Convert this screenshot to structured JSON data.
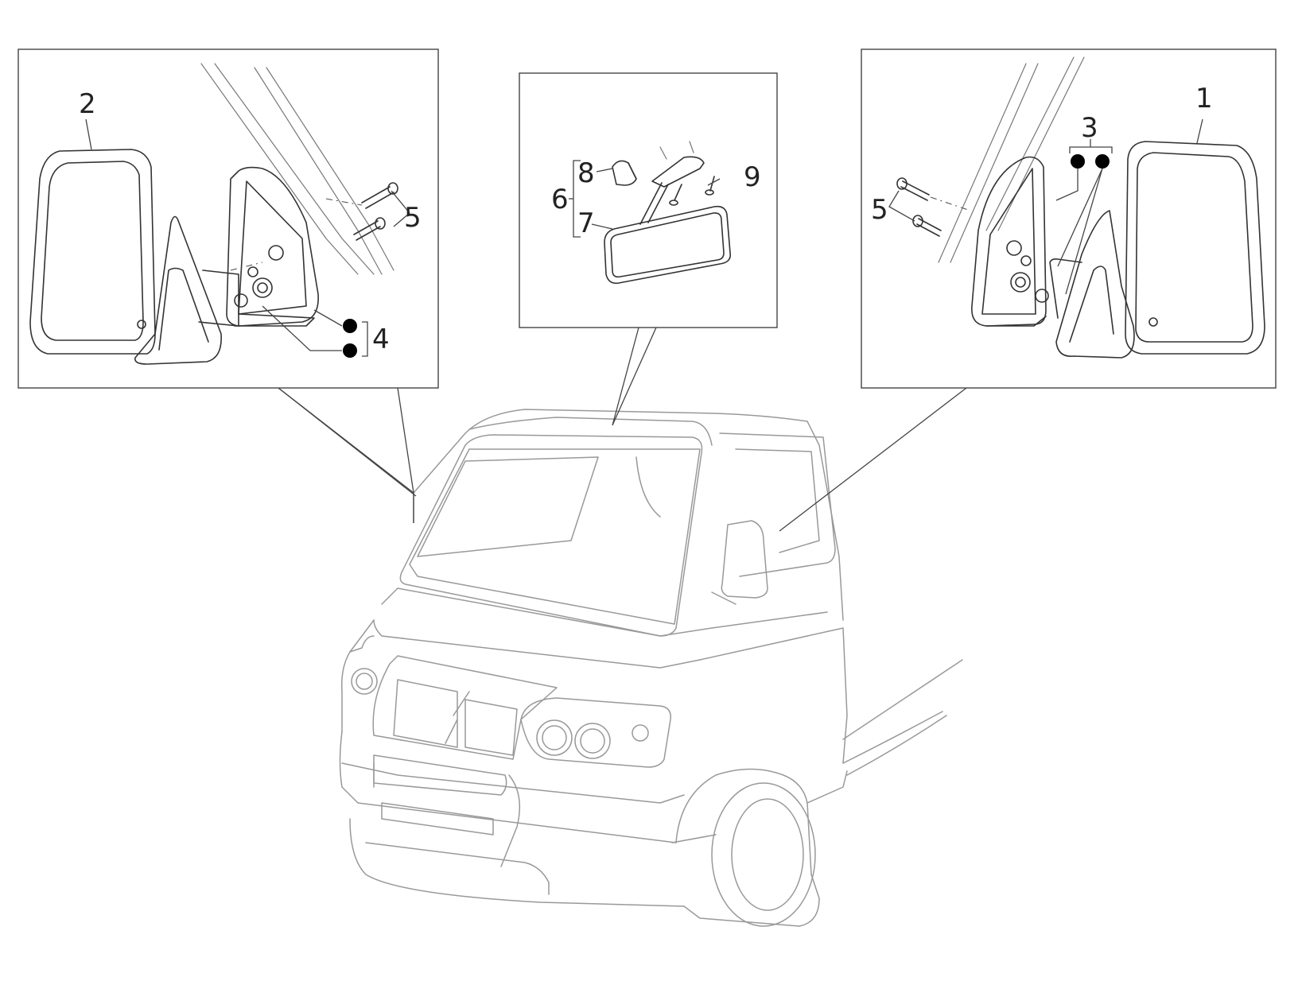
{
  "diagram": {
    "callouts": {
      "c1": "1",
      "c2": "2",
      "c3": "3",
      "c4": "4",
      "c5_left": "5",
      "c5_right": "5",
      "c6": "6",
      "c7": "7",
      "c8": "8",
      "c9": "9"
    },
    "colors": {
      "line": "#333333",
      "vehicle_line": "#999999",
      "background": "#ffffff"
    }
  }
}
